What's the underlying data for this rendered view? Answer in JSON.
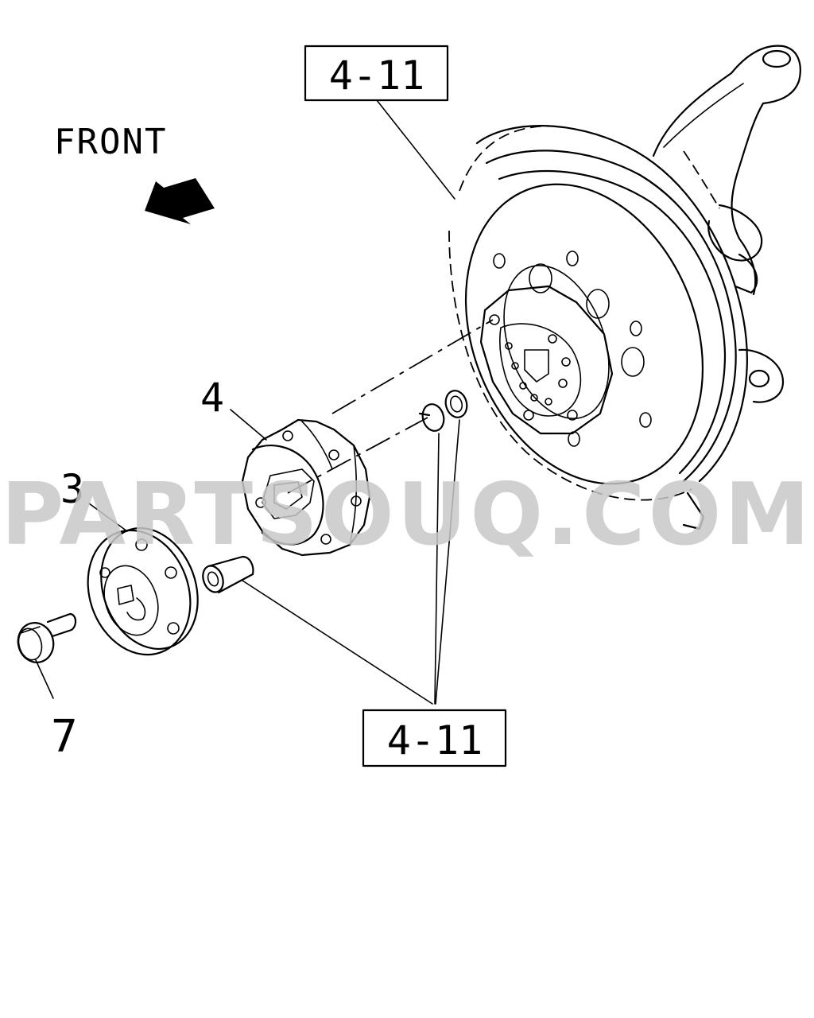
{
  "direction": {
    "label": "FRONT",
    "icon": "arrow-icon"
  },
  "callouts": {
    "ref_top": "4-11",
    "ref_bottom": "4-11",
    "part_4": "4",
    "part_3": "3",
    "part_7": "7"
  },
  "watermark": "PARTSOUQ.COM",
  "colors": {
    "line": "#000000",
    "background": "#ffffff",
    "watermark": "#c8c8c8"
  }
}
